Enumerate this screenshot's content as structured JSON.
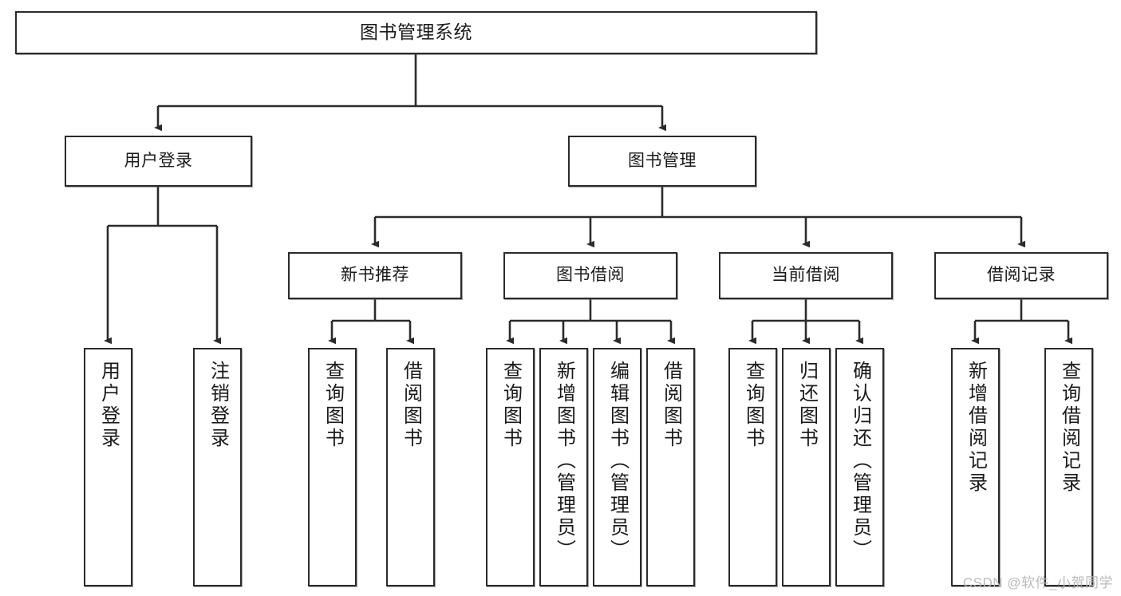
{
  "diagram": {
    "title": "图书管理系统",
    "type": "hierarchy-tree",
    "watermark": "CSDN @软件_小贺同学",
    "colors": {
      "box_border": "#2b2b2b",
      "box_fill": "#ffffff",
      "edge": "#2b2b2b",
      "text": "#1a1a1a",
      "watermark": "#b9b9b9"
    },
    "nodes": {
      "root": {
        "label": "图书管理系统"
      },
      "level2": [
        {
          "label": "用户登录"
        },
        {
          "label": "图书管理"
        }
      ],
      "level3": [
        {
          "label": "新书推荐"
        },
        {
          "label": "图书借阅"
        },
        {
          "label": "当前借阅"
        },
        {
          "label": "借阅记录"
        }
      ],
      "leaves": {
        "user_login": [
          {
            "label": "用户登录"
          },
          {
            "label": "注销登录"
          }
        ],
        "new_book_recommend": [
          {
            "label": "查询图书"
          },
          {
            "label": "借阅图书"
          }
        ],
        "book_borrow": [
          {
            "label": "查询图书"
          },
          {
            "label": "新增图书（管理员）"
          },
          {
            "label": "编辑图书（管理员）"
          },
          {
            "label": "借阅图书"
          }
        ],
        "current_borrow": [
          {
            "label": "查询图书"
          },
          {
            "label": "归还图书"
          },
          {
            "label": "确认归还（管理员）"
          }
        ],
        "borrow_record": [
          {
            "label": "新增借阅记录"
          },
          {
            "label": "查询借阅记录"
          }
        ]
      }
    }
  }
}
